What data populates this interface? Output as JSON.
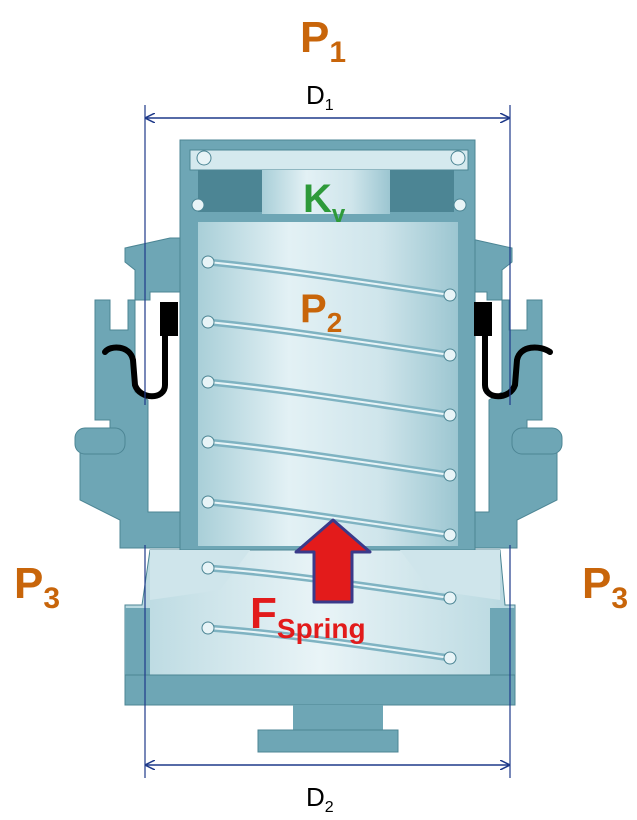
{
  "colors": {
    "body_fill": "#6ea6b5",
    "body_dark": "#4c8594",
    "inner_light": "#cde4ea",
    "inner_mid": "#a9cfd8",
    "coil": "#7fb3c2",
    "coil_light": "#e8f4f7",
    "seal": "#000000",
    "dimension_line": "#1f3a8a",
    "pressure_label": "#c8650a",
    "kv_label": "#2e9a3a",
    "force_label": "#e21b1b",
    "arrow_fill": "#e31b1b",
    "arrow_stroke": "#3a3a8a"
  },
  "labels": {
    "p1": {
      "main": "P",
      "sub": "1"
    },
    "p2": {
      "main": "P",
      "sub": "2"
    },
    "p3_left": {
      "main": "P",
      "sub": "3"
    },
    "p3_right": {
      "main": "P",
      "sub": "3"
    },
    "kv": {
      "main": "K",
      "sub": "v"
    },
    "force": {
      "main": "F",
      "sub": "Spring"
    },
    "d1": {
      "main": "D",
      "sub": "1"
    },
    "d2": {
      "main": "D",
      "sub": "2"
    }
  },
  "icons": {
    "force_arrow": "up-arrow-icon"
  }
}
